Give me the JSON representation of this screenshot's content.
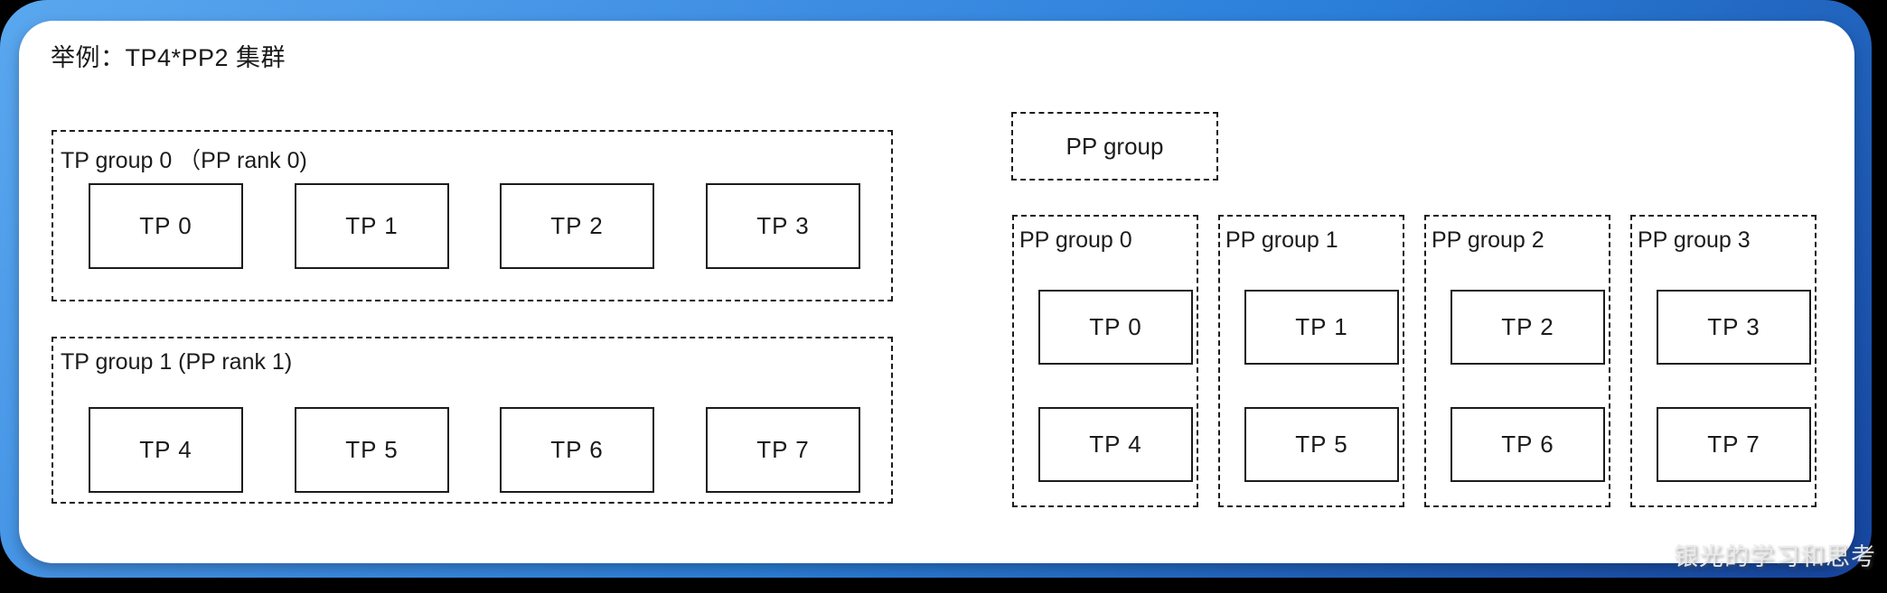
{
  "title": "举例：TP4*PP2 集群",
  "left_section": {
    "groups": [
      {
        "label": "TP group 0 （PP rank 0)",
        "boxes": [
          "TP 0",
          "TP 1",
          "TP 2",
          "TP 3"
        ]
      },
      {
        "label": "TP group 1 (PP rank 1)",
        "boxes": [
          "TP 4",
          "TP 5",
          "TP 6",
          "TP 7"
        ]
      }
    ]
  },
  "right_section": {
    "header_label": "PP group",
    "columns": [
      {
        "label": "PP group 0",
        "boxes": [
          "TP 0",
          "TP 4"
        ]
      },
      {
        "label": "PP group 1",
        "boxes": [
          "TP 1",
          "TP 5"
        ]
      },
      {
        "label": "PP group 2",
        "boxes": [
          "TP 2",
          "TP 6"
        ]
      },
      {
        "label": "PP group 3",
        "boxes": [
          "TP 3",
          "TP 7"
        ]
      }
    ]
  },
  "watermark": "银光的学习和思考",
  "colors": {
    "outside_background": "#000000",
    "frame_gradient_top_left": "#5aa7ef",
    "frame_gradient_bottom_left": "#1e88f5",
    "frame_gradient_top_right": "#4a73b8",
    "frame_gradient_bottom_right": "#16459f",
    "sheet": "#ffffff",
    "line": "#1b1b1b",
    "watermark_text": "#ebebeb"
  }
}
